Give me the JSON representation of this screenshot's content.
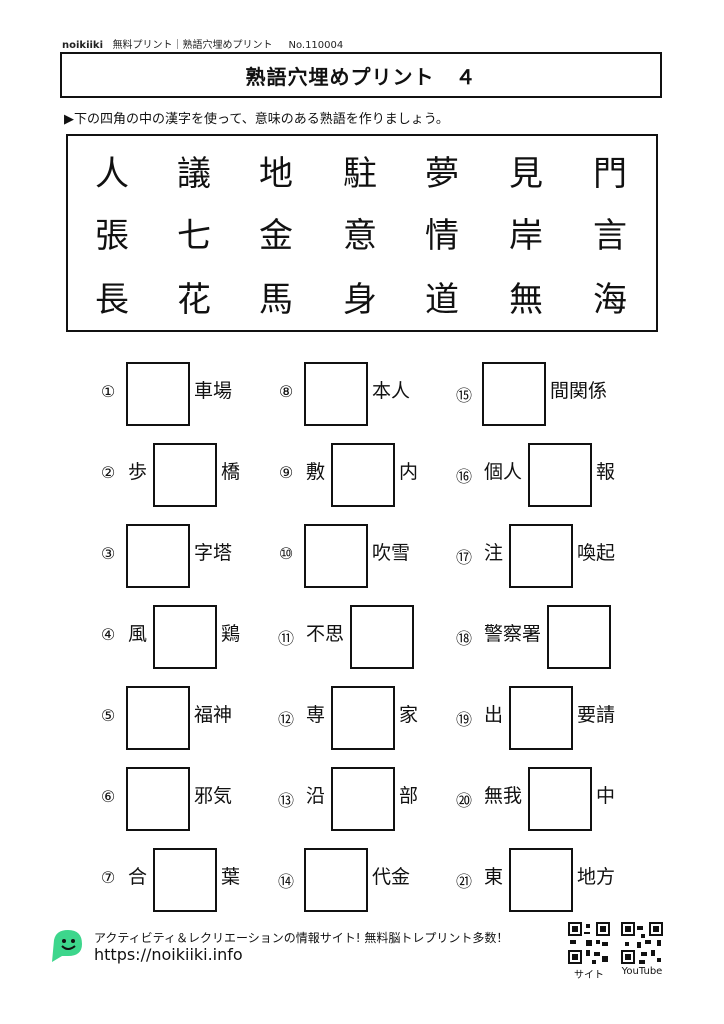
{
  "header": {
    "brand": "noikiiki",
    "breadcrumb": "無料プリント｜熟語穴埋めプリント",
    "number": "No.110004"
  },
  "title": "熟語穴埋めプリント　４",
  "instruction": "▶下の四角の中の漢字を使って、意味のある熟語を作りましょう。",
  "kanji_rows": [
    [
      "人",
      "議",
      "地",
      "駐",
      "夢",
      "見",
      "門"
    ],
    [
      "張",
      "七",
      "金",
      "意",
      "情",
      "岸",
      "言"
    ],
    [
      "長",
      "花",
      "馬",
      "身",
      "道",
      "無",
      "海"
    ]
  ],
  "problems": [
    {
      "num": "①",
      "before": "",
      "after": "車場"
    },
    {
      "num": "②",
      "before": "歩",
      "after": "橋"
    },
    {
      "num": "③",
      "before": "",
      "after": "字塔"
    },
    {
      "num": "④",
      "before": "風",
      "after": "鶏"
    },
    {
      "num": "⑤",
      "before": "",
      "after": "福神"
    },
    {
      "num": "⑥",
      "before": "",
      "after": "邪気"
    },
    {
      "num": "⑦",
      "before": "合",
      "after": "葉"
    },
    {
      "num": "⑧",
      "before": "",
      "after": "本人"
    },
    {
      "num": "⑨",
      "before": "敷",
      "after": "内"
    },
    {
      "num": "⑩",
      "before": "",
      "after": "吹雪"
    },
    {
      "num": "⑪",
      "before": "不思",
      "after": ""
    },
    {
      "num": "⑫",
      "before": "専",
      "after": "家"
    },
    {
      "num": "⑬",
      "before": "沿",
      "after": "部"
    },
    {
      "num": "⑭",
      "before": "",
      "after": "代金"
    },
    {
      "num": "⑮",
      "before": "",
      "after": "間関係"
    },
    {
      "num": "⑯",
      "before": "個人",
      "after": "報"
    },
    {
      "num": "⑰",
      "before": "注",
      "after": "喚起"
    },
    {
      "num": "⑱",
      "before": "警察署",
      "after": ""
    },
    {
      "num": "⑲",
      "before": "出",
      "after": "要請"
    },
    {
      "num": "⑳",
      "before": "無我",
      "after": "中"
    },
    {
      "num": "㉑",
      "before": "東",
      "after": "地方"
    }
  ],
  "footer": {
    "tagline": "アクティビティ＆レクリエーションの情報サイト!  無料脳トレプリント多数！",
    "url": "https://noikiiki.info",
    "qr_site_label": "サイト",
    "qr_youtube_label": "YouTube"
  },
  "colors": {
    "logo": "#3dd68c",
    "ink": "#111111"
  }
}
